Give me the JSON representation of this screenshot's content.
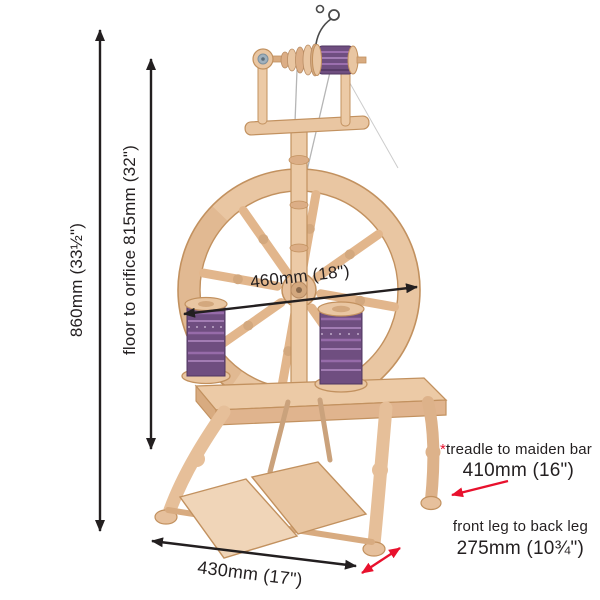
{
  "diagram": {
    "type": "product-dimension-diagram",
    "subject": "spinning wheel with measurement arrows"
  },
  "labels": {
    "overall_height": "860mm (33½\")",
    "floor_to_orifice": "floor to orifice 815mm (32\")",
    "wheel_diameter": "460mm (18\")",
    "base_width": "430mm (17\")",
    "treadle_note_mark": "*",
    "treadle_note_label": "treadle to maiden bar",
    "treadle_note_value": "410mm (16\")",
    "leg_span_label": "front leg to back leg",
    "leg_span_value": "275mm (10¾\")"
  },
  "colors": {
    "text": "#231f20",
    "accent_red": "#e8112d",
    "wood_light": "#f0d5b8",
    "wood": "#e9c6a2",
    "wood_dark": "#c2915f",
    "yarn_purple": "#6f4e80",
    "background": "#ffffff"
  }
}
